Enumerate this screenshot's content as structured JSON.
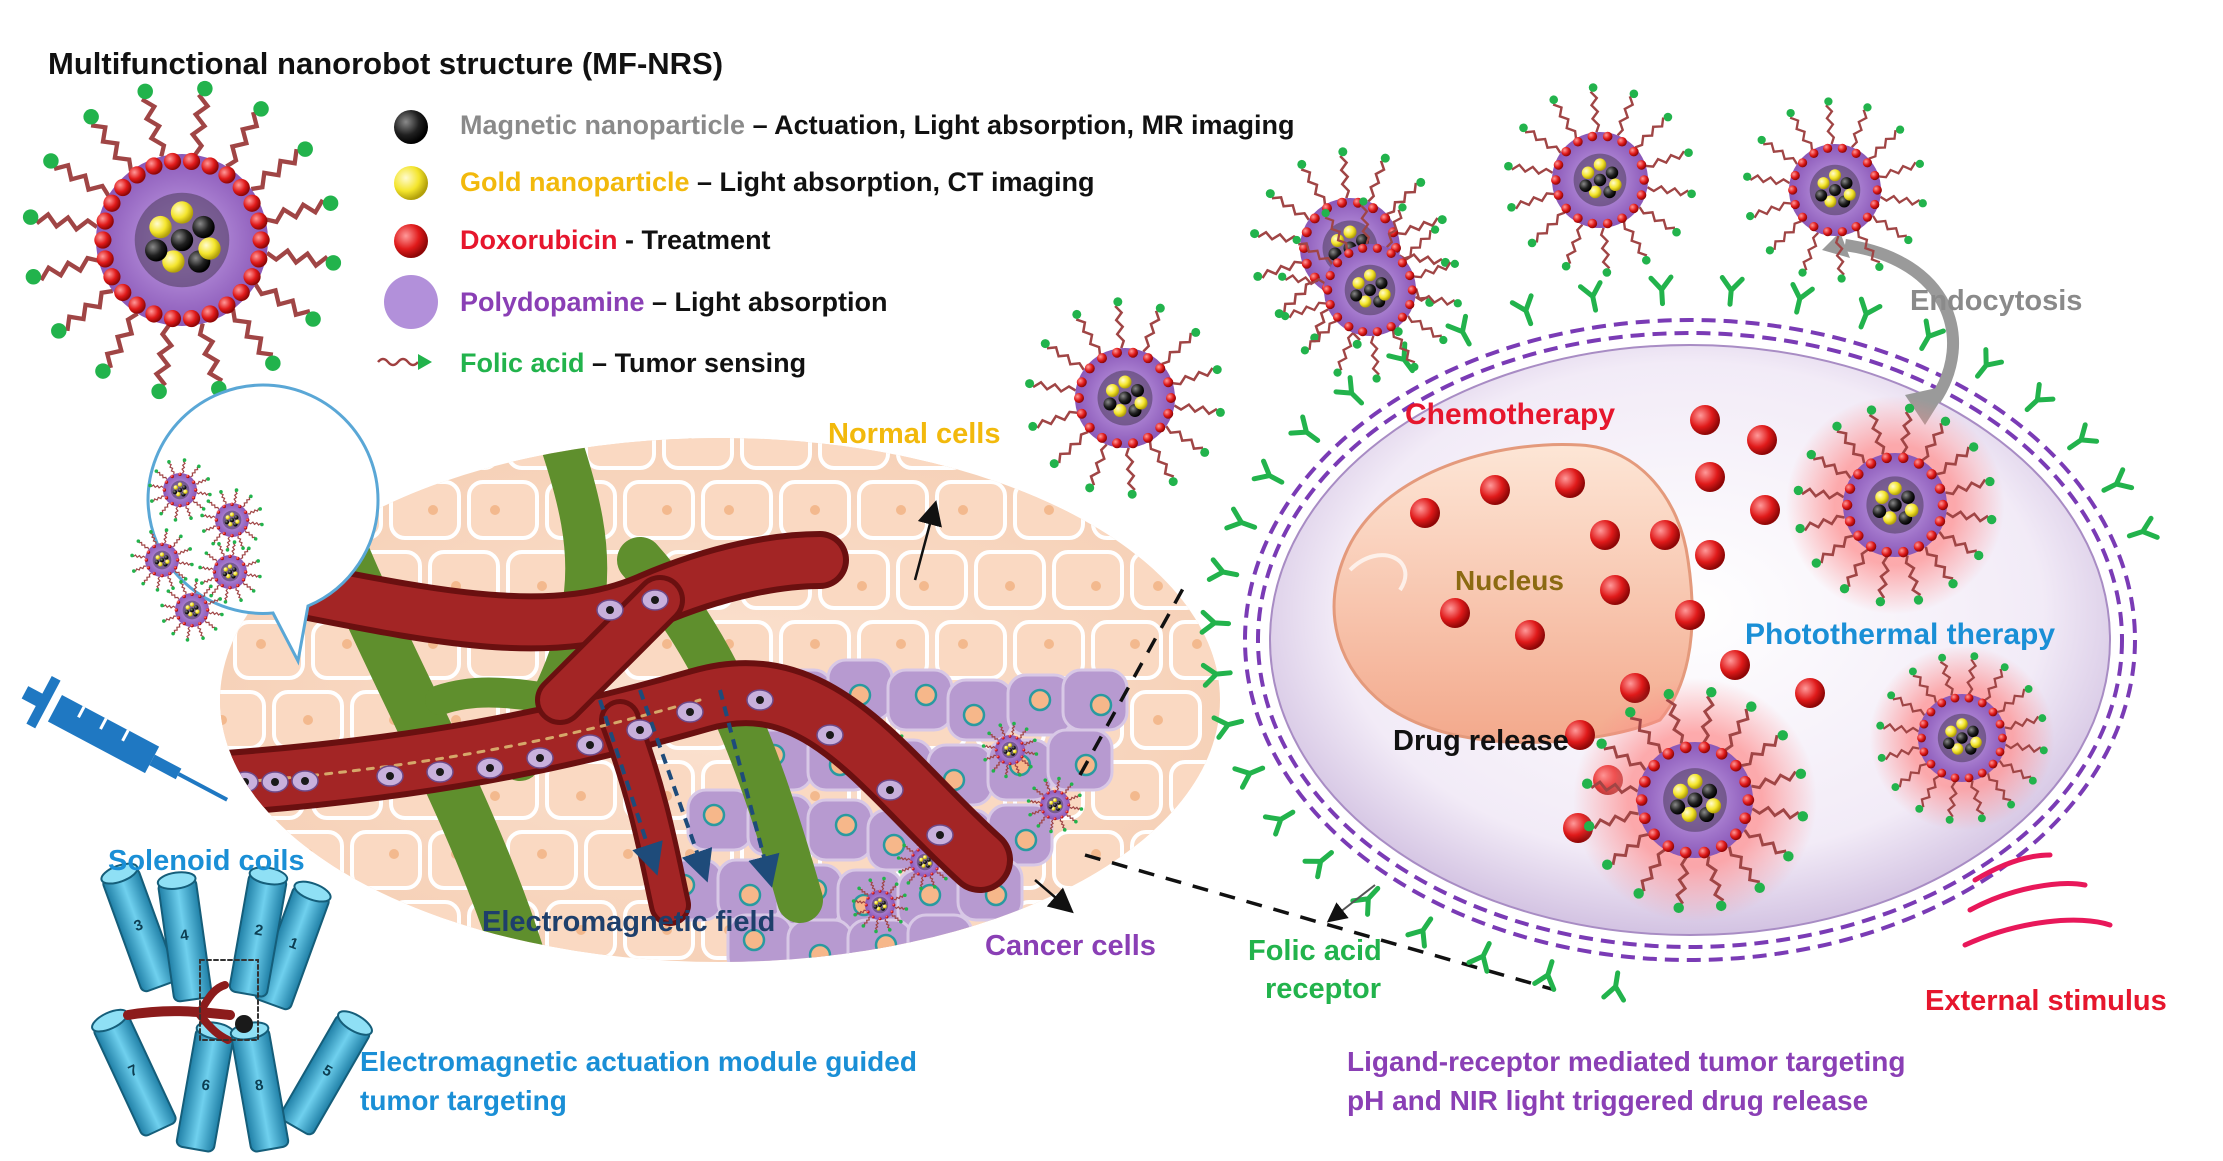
{
  "title": "Multifunctional nanorobot structure (MF-NRS)",
  "legend": [
    {
      "name": "Magnetic nanoparticle",
      "desc": " – Actuation, Light absorption, MR imaging",
      "color": "#8a8a8a"
    },
    {
      "name": "Gold nanoparticle",
      "desc": " – Light absorption, CT imaging",
      "color": "#f2b90c"
    },
    {
      "name": "Doxorubicin",
      "desc": " - Treatment",
      "color": "#e6162d"
    },
    {
      "name": "Polydopamine",
      "desc": " – Light absorption",
      "color": "#8a3fb5"
    },
    {
      "name": "Folic acid",
      "desc": " – Tumor sensing",
      "color": "#22b34c"
    }
  ],
  "labels": {
    "normal_cells": "Normal cells",
    "cancer_cells": "Cancer cells",
    "electromagnetic_field": "Electromagnetic  field",
    "solenoid_coils": "Solenoid coils",
    "actuation_line1": "Electromagnetic  actuation module guided",
    "actuation_line2": "tumor targeting",
    "endocytosis": "Endocytosis",
    "chemotherapy": "Chemotherapy",
    "nucleus": "Nucleus",
    "photothermal": "Photothermal therapy",
    "drug_release": "Drug release",
    "folic_receptor_line1": "Folic acid",
    "folic_receptor_line2": "receptor",
    "external_stimulus": "External stimulus",
    "ligand_line1": "Ligand-receptor  mediated  tumor targeting",
    "ligand_line2": "pH and NIR light triggered drug release"
  },
  "coil_numbers": [
    "1",
    "2",
    "3",
    "4",
    "5",
    "6",
    "7",
    "8"
  ],
  "colors": {
    "polydopamine": "#a77dd0",
    "doxorubicin": "#e21b1b",
    "gold": "#f5e72a",
    "magnetic": "#2a2a2a",
    "vessel": "#8c1c1c",
    "green_vessel": "#5f8f2d",
    "cancer_cell": "#b79ad0",
    "coil": "#35a3c9"
  }
}
